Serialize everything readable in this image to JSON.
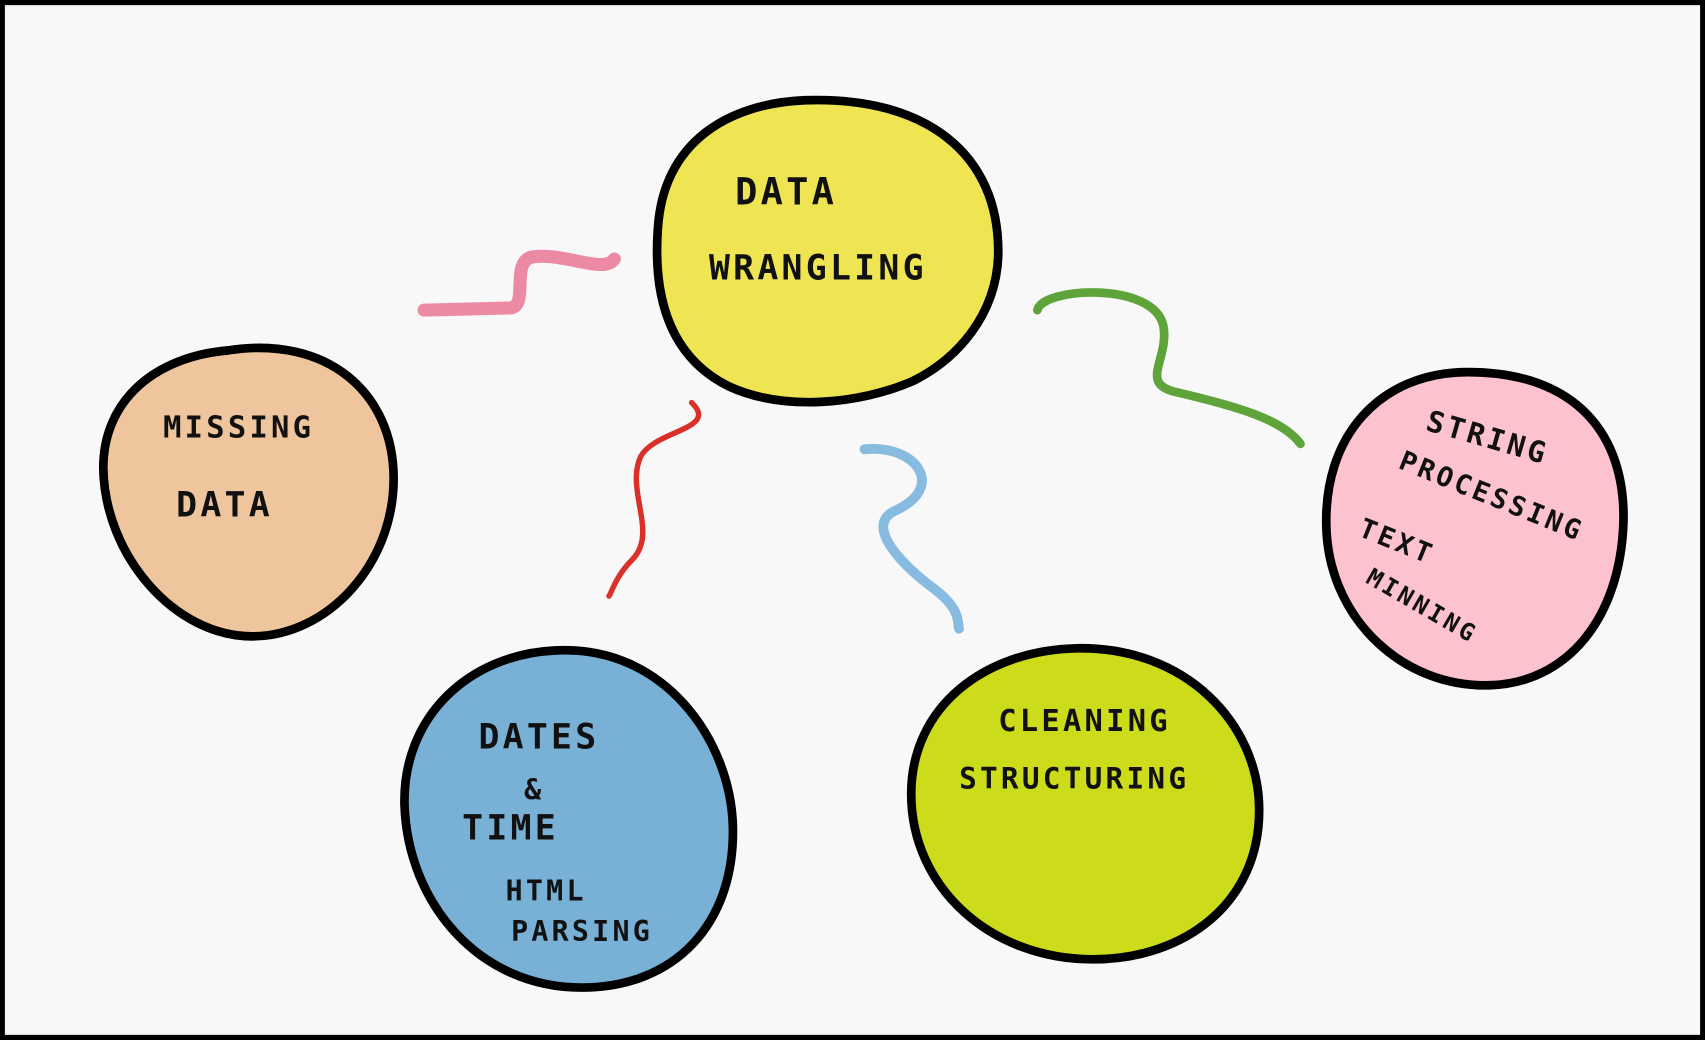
{
  "diagram": {
    "center": {
      "lines": [
        "DATA",
        "WRANGLING"
      ],
      "color": "#efe553"
    },
    "nodes": [
      {
        "id": "missing",
        "lines": [
          "MISSING",
          "DATA"
        ],
        "color": "#efc59d"
      },
      {
        "id": "dates",
        "lines": [
          "DATES",
          "&",
          "TIME",
          "HTML",
          "PARSING"
        ],
        "color": "#78b0d6"
      },
      {
        "id": "cleaning",
        "lines": [
          "CLEANING",
          "STRUCTURING"
        ],
        "color": "#cddc1a"
      },
      {
        "id": "string",
        "lines": [
          "STRING",
          "PROCESSING",
          "TEXT",
          "MINNING"
        ],
        "color": "#fcc3cf"
      }
    ],
    "connectors": [
      {
        "to": "missing",
        "color": "#ec8aa3"
      },
      {
        "to": "dates",
        "color": "#d9302a"
      },
      {
        "to": "cleaning",
        "color": "#88bbe0"
      },
      {
        "to": "string",
        "color": "#5fa43a"
      }
    ]
  }
}
